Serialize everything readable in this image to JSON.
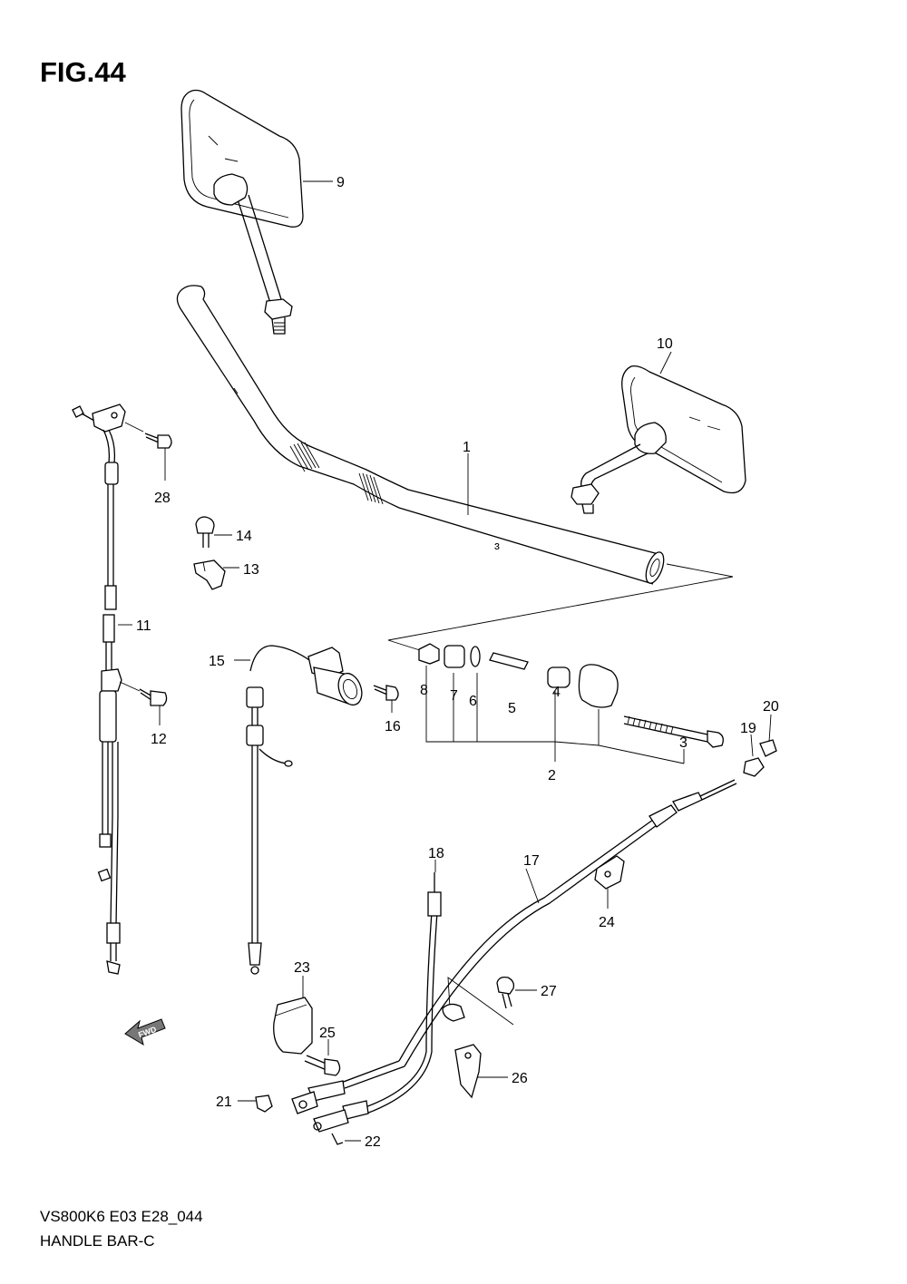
{
  "figure": {
    "title": "FIG.44"
  },
  "footer": {
    "model_code": "VS800K6 E03 E28_044",
    "section_name": "HANDLE BAR-C"
  },
  "fwd_label": "FWD",
  "callouts": [
    "1",
    "2",
    "3",
    "4",
    "5",
    "6",
    "7",
    "8",
    "9",
    "10",
    "11",
    "12",
    "13",
    "14",
    "15",
    "16",
    "17",
    "18",
    "19",
    "20",
    "21",
    "22",
    "23",
    "24",
    "25",
    "26",
    "27",
    "28"
  ]
}
